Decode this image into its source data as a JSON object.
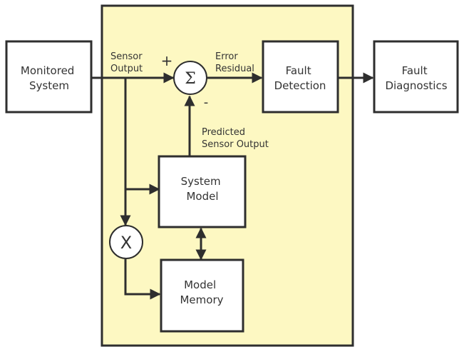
{
  "diagram": {
    "colors": {
      "panel_fill": "#fdf8c2",
      "stroke": "#2e2e2e",
      "box_fill": "#ffffff",
      "text": "#333333"
    },
    "nodes": {
      "monitored_system": {
        "line1": "Monitored",
        "line2": "System"
      },
      "fault_detection": {
        "line1": "Fault",
        "line2": "Detection"
      },
      "fault_diagnostics": {
        "line1": "Fault",
        "line2": "Diagnostics"
      },
      "system_model": {
        "line1": "System",
        "line2": "Model"
      },
      "model_memory": {
        "line1": "Model",
        "line2": "Memory"
      },
      "summing_junction": {
        "symbol": "Σ"
      },
      "multiplier": {
        "symbol": "X"
      }
    },
    "edge_labels": {
      "sensor_output": {
        "line1": "Sensor",
        "line2": "Output"
      },
      "error_residual": {
        "line1": "Error",
        "line2": "Residual"
      },
      "predicted_sensor_output": {
        "line1": "Predicted",
        "line2": "Sensor Output"
      },
      "plus_sign": "+",
      "minus_sign": "-"
    },
    "edges": [
      {
        "from": "Monitored System",
        "to": "Σ",
        "label": "Sensor Output",
        "sign": "+"
      },
      {
        "from": "Σ",
        "to": "Fault Detection",
        "label": "Error Residual"
      },
      {
        "from": "Fault Detection",
        "to": "Fault Diagnostics"
      },
      {
        "from": "System Model",
        "to": "Σ",
        "label": "Predicted Sensor Output",
        "sign": "-"
      },
      {
        "from": "Sensor Output",
        "to": "System Model"
      },
      {
        "from": "Sensor Output",
        "to": "X"
      },
      {
        "from": "X",
        "to": "Model Memory"
      },
      {
        "from": "System Model",
        "to": "Model Memory",
        "bidirectional": true
      }
    ]
  }
}
